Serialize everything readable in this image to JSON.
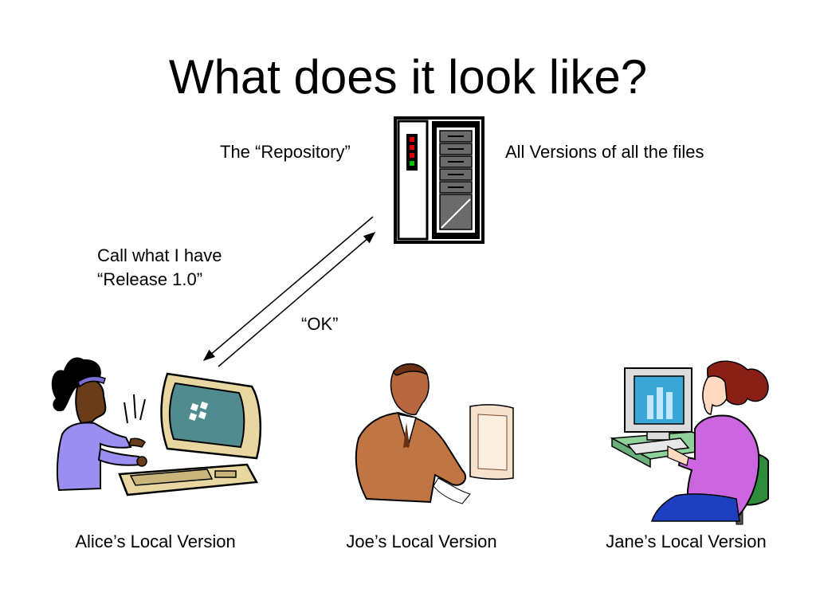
{
  "slide": {
    "title": "What does it look like?",
    "repository_label": "The “Repository”",
    "repository_description": "All Versions of all the files",
    "request_line1": "Call what I have",
    "request_line2": "“Release 1.0”",
    "response": "“OK”",
    "captions": {
      "alice": "Alice’s Local Version",
      "joe": "Joe’s Local Version",
      "jane": "Jane’s Local Version"
    }
  },
  "icons": {
    "server": "server-rack-icon",
    "alice": "woman-at-computer-icon",
    "joe": "man-at-computer-icon",
    "jane": "woman-at-desk-icon"
  }
}
